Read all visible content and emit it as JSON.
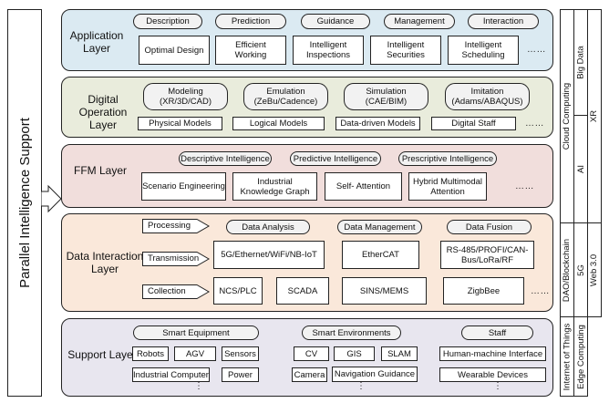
{
  "left_panel": {
    "title": "Parallel Intelligence Support"
  },
  "layers": {
    "application": {
      "title_line1": "Application",
      "title_line2": "Layer",
      "color": "#dbeaf2",
      "pills": [
        "Description",
        "Prediction",
        "Guidance",
        "Management",
        "Interaction"
      ],
      "boxes": [
        {
          "line1": "Optimal Design",
          "line2": ""
        },
        {
          "line1": "Efficient",
          "line2": "Working"
        },
        {
          "line1": "Intelligent",
          "line2": "Inspections"
        },
        {
          "line1": "Intelligent",
          "line2": "Securities"
        },
        {
          "line1": "Intelligent",
          "line2": "Scheduling"
        }
      ],
      "ellipsis": "……"
    },
    "digital": {
      "title_line1": "Digital",
      "title_line2": "Operation Layer",
      "color": "#e9ecdc",
      "pills": [
        {
          "line1": "Modeling",
          "line2": "(XR/3D/CAD)"
        },
        {
          "line1": "Emulation",
          "line2": "(ZeBu/Cadence)"
        },
        {
          "line1": "Simulation",
          "line2": "(CAE/BIM)"
        },
        {
          "line1": "Imitation",
          "line2": "(Adams/ABAQUS)"
        }
      ],
      "boxes": [
        "Physical Models",
        "Logical Models",
        "Data-driven Models",
        "Digital Staff"
      ],
      "ellipsis": "……"
    },
    "ffm": {
      "title": "FFM Layer",
      "color": "#f1dedc",
      "pills": [
        "Descriptive Intelligence",
        "Predictive Intelligence",
        "Prescriptive Intelligence"
      ],
      "boxes": [
        {
          "line1": "Scenario Engineering",
          "line2": ""
        },
        {
          "line1": "Industrial",
          "line2": "Knowledge Graph"
        },
        {
          "line1": "Self- Attention",
          "line2": ""
        },
        {
          "line1": "Hybrid Multimodal",
          "line2": "Attention"
        }
      ],
      "ellipsis": "……"
    },
    "data_interaction": {
      "title_line1": "Data Interaction",
      "title_line2": "Layer",
      "color": "#fae8da",
      "stages": [
        "Processing",
        "Transmission",
        "Collection"
      ],
      "processing_pills": [
        "Data Analysis",
        "Data Management",
        "Data Fusion"
      ],
      "transmission_boxes": [
        {
          "line1": "5G/Ethernet/WiFi/NB-IoT",
          "line2": ""
        },
        {
          "line1": "EtherCAT",
          "line2": ""
        },
        {
          "line1": "RS-485/PROFI/CAN-",
          "line2": "Bus/LoRa/RF"
        }
      ],
      "collection_boxes": [
        "NCS/PLC",
        "SCADA",
        "SINS/MEMS",
        "ZigbBee"
      ],
      "ellipsis": "……"
    },
    "support": {
      "title": "Support Layer",
      "color": "#e8e6ef",
      "groups": [
        {
          "name": "Smart Equipment",
          "row1": [
            "Robots",
            "AGV",
            "Sensors"
          ],
          "row2": [
            "Industrial Computer",
            "Power"
          ]
        },
        {
          "name": "Smart Environments",
          "row1": [
            "CV",
            "GIS",
            "SLAM"
          ],
          "row2": [
            "Camera",
            "Navigation Guidance"
          ]
        },
        {
          "name": "Staff",
          "row1": [
            "Human-machine Interface"
          ],
          "row2": [
            "Wearable Devices"
          ]
        }
      ],
      "vdots": "⋮"
    }
  },
  "right_column": {
    "col1_top": "Cloud Computing",
    "col1_mid": "DAO/Blockchain",
    "col1_bot": "Internet of Things",
    "col2_top": "Big Data",
    "col2_upper_mid": "AI",
    "col2_mid": "5G",
    "col2_bot": "Edge Computing",
    "col3_top": "XR",
    "col3_mid": "Web 3.0"
  }
}
